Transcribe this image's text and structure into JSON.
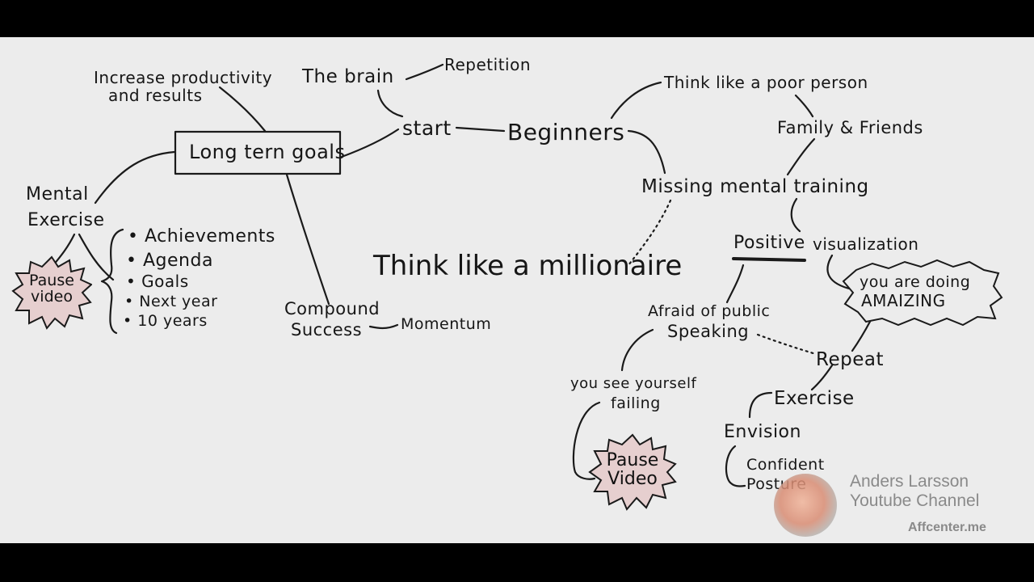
{
  "nodes": {
    "increase_productivity": "Increase productivity",
    "and_results": "and results",
    "the_brain": "The brain",
    "repetition": "Repetition",
    "start": "start",
    "beginners": "Beginners",
    "long_term_goals": "Long tern goals",
    "mental": "Mental",
    "exercise_mental": "Exercise",
    "pause_video_left": "Pause video",
    "list_items": [
      "Achievements",
      "Agenda",
      "Goals",
      "Next year",
      "10 years"
    ],
    "compound": "Compound",
    "success": "Success",
    "momentum": "Momentum",
    "think_millionaire": "Think like a millionaire",
    "think_poor": "Think like a poor person",
    "family_friends": "Family & Friends",
    "missing_mental": "Missing mental training",
    "positive": "Positive",
    "visualization": "visualization",
    "doing_amazing_1": "you are doing",
    "doing_amazing_2": "AMAIZING",
    "afraid_public": "Afraid of public",
    "speaking": "Speaking",
    "repeat": "Repeat",
    "see_yourself": "you see yourself",
    "failing": "failing",
    "pause_video_right": "Pause Video",
    "exercise": "Exercise",
    "envision": "Envision",
    "confident": "Confident",
    "posture": "Posture"
  },
  "watermark": {
    "name": "Anders Larsson",
    "channel": "Youtube Channel",
    "site": "Affcenter.me"
  },
  "colors": {
    "board": "#ececec",
    "ink": "#161616",
    "burst_fill": "#e6cfcf",
    "bars": "#000000"
  }
}
